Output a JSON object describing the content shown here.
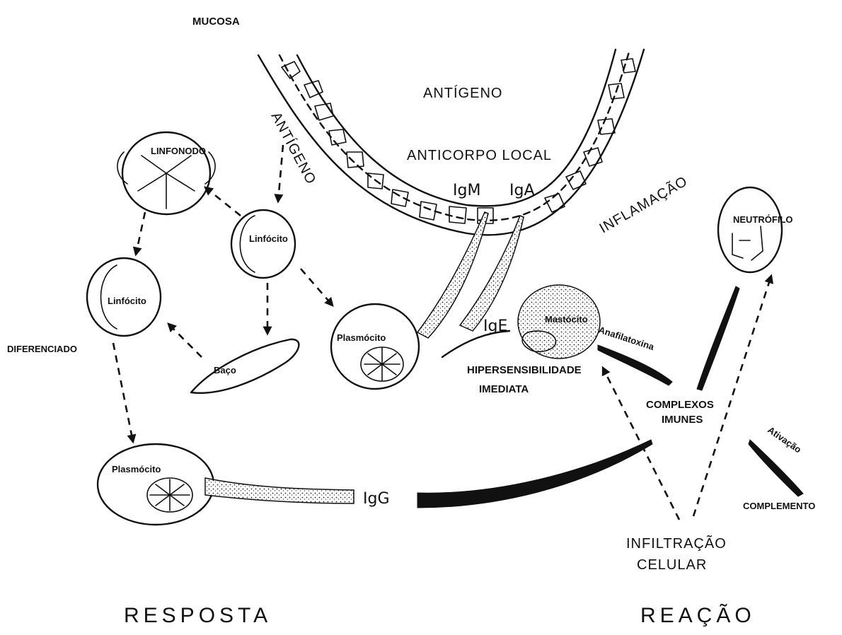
{
  "labels": {
    "mucosa": "MUCOSA",
    "antigeno_top": "ANTÍGENO",
    "antigeno_side": "ANTÍGENO",
    "anticorpo_local": "ANTICORPO LOCAL",
    "igm": "IgM",
    "iga": "IgA",
    "inflamacao": "INFLAMAÇÃO",
    "neutrofilo": "NEUTRÓFILO",
    "linfonodo": "LINFONODO",
    "linfocito_top": "Linfócito",
    "linfocito_left": "Linfócito",
    "baco": "Baço",
    "plasmocito_mid": "Plasmócito",
    "plasmocito_low": "Plasmócito",
    "mastocito": "Mastócito",
    "ige": "IgE",
    "anafilatoxina": "Anafilatoxina",
    "hipersensibilidade": "HIPERSENSIBILIDADE",
    "imediata": "IMEDIATA",
    "diferenciado": "DIFERENCIADO",
    "complexos": "COMPLEXOS",
    "imunes": "IMUNES",
    "ativacao": "Ativação",
    "complemento": "COMPLEMENTO",
    "igg": "IgG",
    "infiltracao": "INFILTRAÇÃO",
    "celular": "CELULAR",
    "resposta": "RESPOSTA",
    "reacao": "REAÇÃO"
  },
  "colors": {
    "ink": "#111111",
    "paper": "#ffffff"
  }
}
